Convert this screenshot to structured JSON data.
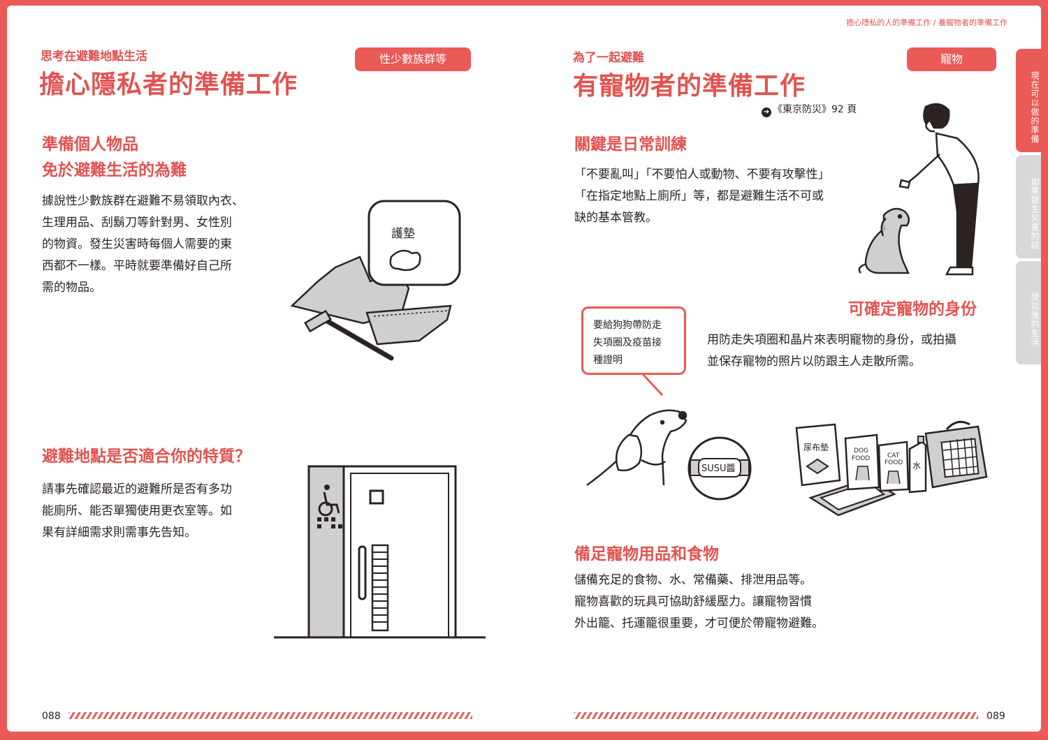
{
  "header": {
    "running_head": "擔心隱私的人的準備工作 / 養寵物者的準備工作"
  },
  "left": {
    "kicker": "思考在避難地點生活",
    "title": "擔心隱私者的準備工作",
    "tag": "性少數族群等",
    "section1": {
      "heading_line1": "準備個人物品",
      "heading_line2": "免於避難生活的為難",
      "lines": [
        "據說性少數族群在避難不易領取內衣、",
        "生理用品、刮鬍刀等針對男、女性別",
        "的物資。發生災害時每個人需要的東",
        "西都不一樣。平時就要準備好自己所",
        "需的物品。"
      ],
      "pad_label": "護墊"
    },
    "section2": {
      "heading": "避難地點是否適合你的特質？",
      "lines": [
        "請事先確認最近的避難所是否有多功",
        "能廁所、能否單獨使用更衣室等。如",
        "果有詳細需求則需事先告知。"
      ]
    },
    "page_number": "088"
  },
  "right": {
    "kicker": "為了一起避難",
    "title": "有寵物者的準備工作",
    "tag": "寵物",
    "reference": "《東京防災》92 頁",
    "section1": {
      "heading": "關鍵是日常訓練",
      "lines": [
        "「不要亂叫」「不要怕人或動物、不要有攻擊性」",
        "「在指定地點上廁所」等，都是避難生活不可或",
        "缺的基本管教。"
      ]
    },
    "section2": {
      "heading": "可確定寵物的身份",
      "lines": [
        "用防走失項圈和晶片來表明寵物的身份，或拍攝",
        "並保存寵物的照片以防跟主人走散所需。"
      ],
      "bubble_lines": [
        "要給狗狗帶防走",
        "失項圈及疫苗接",
        "種證明"
      ],
      "tag_label": "SUSU醬"
    },
    "section3": {
      "heading": "備足寵物用品和食物",
      "lines": [
        "儲備充足的食物、水、常備藥、排泄用品等。",
        "寵物喜歡的玩具可協助舒緩壓力。讓寵物習慣",
        "外出籠、托運籠很重要，才可便於帶寵物避難。"
      ],
      "labels": {
        "diaper_pad": "尿布墊",
        "dog_food_1": "DOG",
        "dog_food_2": "FOOD",
        "cat_food_1": "CAT",
        "cat_food_2": "FOOD",
        "water": "水"
      }
    },
    "page_number": "089"
  },
  "side_tabs": [
    {
      "label": "現在可以做的準備",
      "active": true
    },
    {
      "label": "如果發生災害的話",
      "active": false
    },
    {
      "label": "受災後的生活",
      "active": false
    }
  ],
  "colors": {
    "accent": "#ea5a57",
    "text": "#2a2322",
    "illustration_gray": "#cfcfcf"
  }
}
